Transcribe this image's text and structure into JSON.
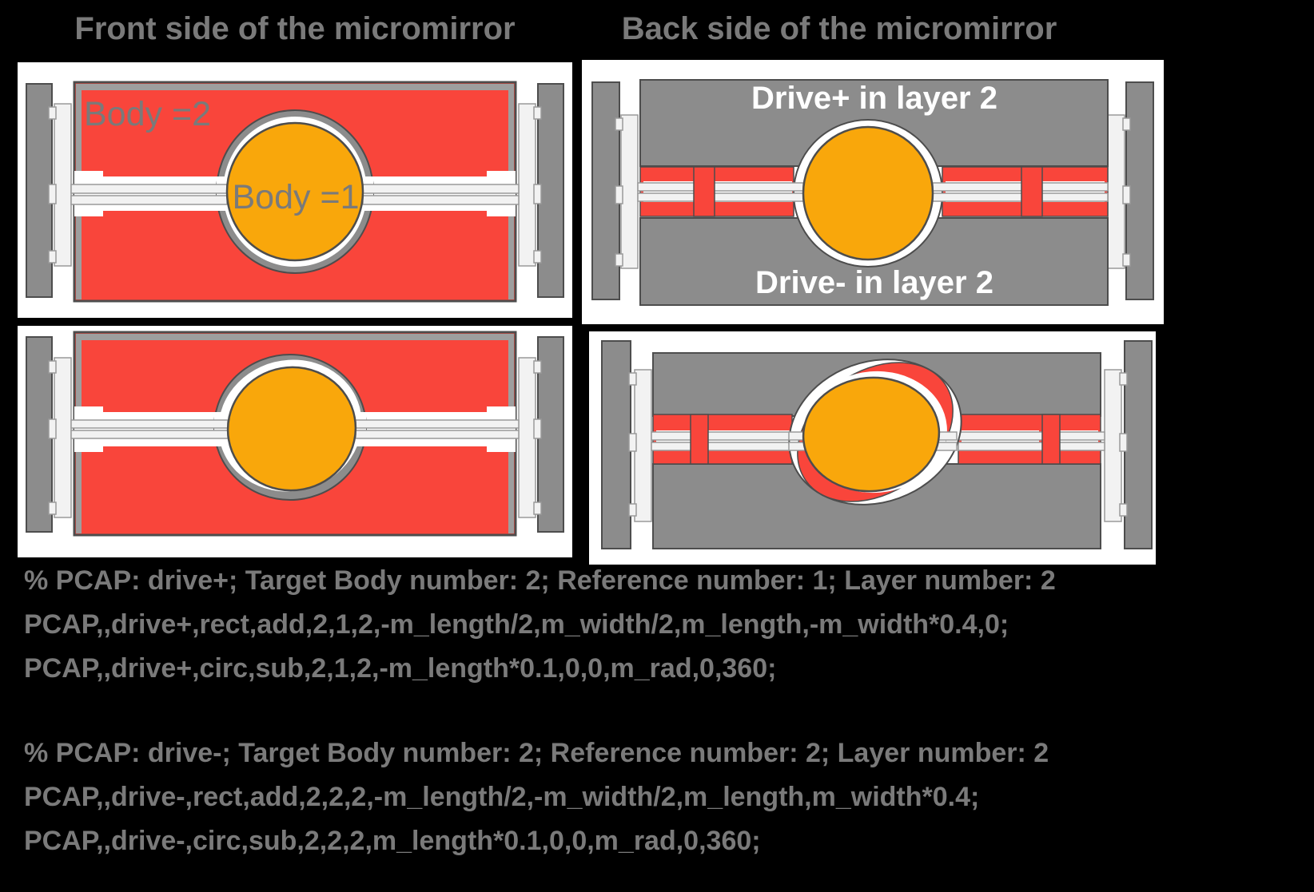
{
  "titles": {
    "front": "Front side of the micromirror",
    "back": "Back side of the micromirror"
  },
  "panels": {
    "front_flat": {
      "body2_label": "Body =2",
      "body1_label": "Body =1"
    },
    "back_flat": {
      "drive_plus_label": "Drive+ in layer 2",
      "drive_minus_label": "Drive- in layer 2"
    }
  },
  "code": {
    "block1": {
      "comment": "% PCAP: drive+; Target Body number: 2; Reference number: 1; Layer number: 2",
      "line1": "PCAP,,drive+,rect,add,2,1,2,-m_length/2,m_width/2,m_length,-m_width*0.4,0;",
      "line2": "PCAP,,drive+,circ,sub,2,1,2,-m_length*0.1,0,0,m_rad,0,360;"
    },
    "block2": {
      "comment": "% PCAP: drive-; Target Body number: 2; Reference number: 2; Layer number: 2",
      "line1": "PCAP,,drive-,rect,add,2,2,2,-m_length/2,-m_width/2,m_length,m_width*0.4;",
      "line2": "PCAP,,drive-,circ,sub,2,2,2,m_length*0.1,0,0,m_rad,0,360;"
    }
  },
  "colors": {
    "background": "#000000",
    "panel": "#FFFFFF",
    "red": "#F9453B",
    "orange": "#F9A70B",
    "plate_gray": "#8C8C8C",
    "sidewall_gray": "#9E9E9E",
    "outline": "#4D4D4D",
    "mid_gray": "#9A9A9A",
    "light": "#F2F2F2",
    "text_gray": "#7A7A7A",
    "drive_text": "#FFFFFF"
  }
}
